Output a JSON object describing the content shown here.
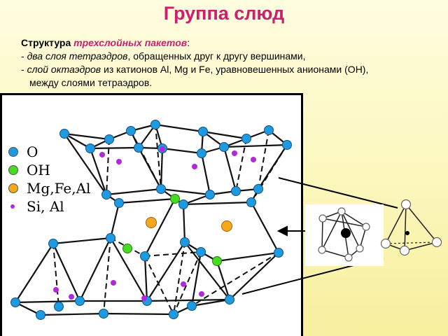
{
  "title": "Группа слюд",
  "description": {
    "line1_prefix": "Структура ",
    "line1_highlight": "трехслойных пакетов",
    "line1_suffix": ":",
    "line2_dash": "- ",
    "line2_italic": "два слоя тетраэдров",
    "line2_rest": ", обращенных друг к другу вершинами,",
    "line3_dash": "- ",
    "line3_italic": "слой октаэдров",
    "line3_rest": " из катионов Al, Mg и Fe, уравновешенных анионами (ОН),",
    "line4": "между слоями тетраэдров."
  },
  "legend": [
    {
      "label": "O",
      "color": "#1e9ae0"
    },
    {
      "label": "OH",
      "color": "#44dd22"
    },
    {
      "label": "Mg,Fe,Al",
      "color": "#f5a81c"
    },
    {
      "label": "Si, Al",
      "color": "#b02ad8"
    }
  ],
  "colors": {
    "oxygen": "#1e9ae0",
    "hydroxyl": "#44dd22",
    "cation": "#f5a81c",
    "silicon": "#b02ad8",
    "title": "#cc1f6e"
  }
}
